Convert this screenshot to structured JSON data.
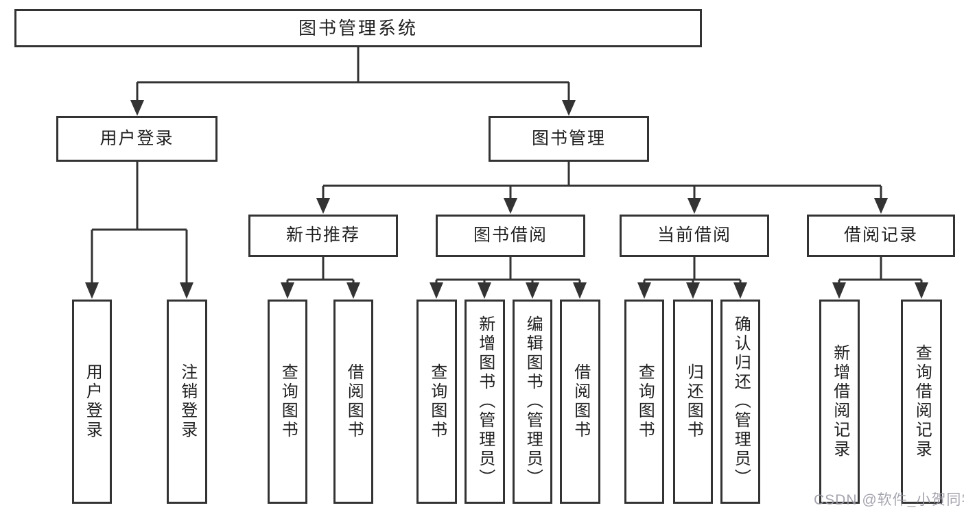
{
  "diagram": {
    "type": "hierarchy-tree",
    "orientation": "top-down"
  },
  "colors": {
    "line": "#333333",
    "box_border": "#333333",
    "box_fill": "#ffffff",
    "text": "#1f1f1f",
    "watermark": "#9b9ba6",
    "background": "#ffffff"
  },
  "tree": {
    "label": "图书管理系统",
    "children": [
      {
        "label": "用户登录",
        "children": [
          {
            "label": "用户登录"
          },
          {
            "label": "注销登录"
          }
        ]
      },
      {
        "label": "图书管理",
        "children": [
          {
            "label": "新书推荐",
            "children": [
              {
                "label": "查询图书"
              },
              {
                "label": "借阅图书"
              }
            ]
          },
          {
            "label": "图书借阅",
            "children": [
              {
                "label": "查询图书"
              },
              {
                "label": "新增图书（管理员）"
              },
              {
                "label": "编辑图书（管理员）"
              },
              {
                "label": "借阅图书"
              }
            ]
          },
          {
            "label": "当前借阅",
            "children": [
              {
                "label": "查询图书"
              },
              {
                "label": "归还图书"
              },
              {
                "label": "确认归还（管理员）"
              }
            ]
          },
          {
            "label": "借阅记录",
            "children": [
              {
                "label": "新增借阅记录"
              },
              {
                "label": "查询借阅记录"
              }
            ]
          }
        ]
      }
    ]
  },
  "watermark": {
    "text": "CSDN @软件_小贺同学"
  }
}
